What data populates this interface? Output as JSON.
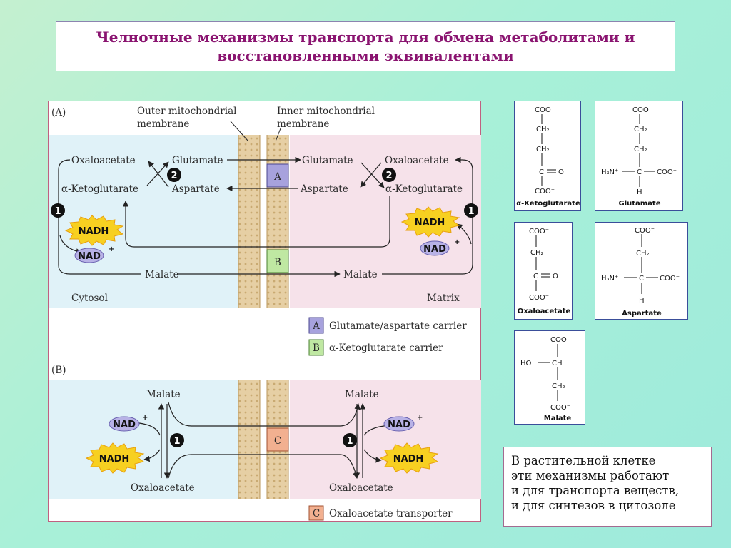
{
  "title": {
    "line1": "Челночные механизмы транспорта для обмена  метаболитами и",
    "line2": "восстановленными эквивалентами"
  },
  "panel_a": {
    "label": "(A)",
    "outer_membrane": [
      "Outer mitochondrial",
      "membrane"
    ],
    "inner_membrane": [
      "Inner mitochondrial",
      "membrane"
    ],
    "cytosol": {
      "oxaloacetate": "Oxaloacetate",
      "glutamate": "Glutamate",
      "ketoglutarate": "α-Ketoglutarate",
      "aspartate": "Aspartate",
      "malate": "Malate",
      "nadh": "NADH",
      "nad": "NAD",
      "label": "Cytosol"
    },
    "matrix": {
      "oxaloacetate": "Oxaloacetate",
      "glutamate": "Glutamate",
      "ketoglutarate": "α-Ketoglutarate",
      "aspartate": "Aspartate",
      "malate": "Malate",
      "nadh": "NADH",
      "nad": "NAD",
      "label": "Matrix"
    },
    "carrier_a": "A",
    "carrier_b": "B",
    "step1": "1",
    "step2": "2"
  },
  "legend": {
    "a_letter": "A",
    "a_text": "Glutamate/aspartate carrier",
    "b_letter": "B",
    "b_text": "α-Ketoglutarate carrier",
    "c_letter": "C",
    "c_text": "Oxaloacetate transporter"
  },
  "panel_b": {
    "label": "(B)",
    "left": {
      "malate": "Malate",
      "oxaloacetate": "Oxaloacetate",
      "nad": "NAD",
      "nadh": "NADH"
    },
    "right": {
      "malate": "Malate",
      "oxaloacetate": "Oxaloacetate",
      "nad": "NAD",
      "nadh": "NADH"
    },
    "carrier_c": "C",
    "step1": "1"
  },
  "structures": {
    "ketoglutarate": {
      "coo_top": "COO⁻",
      "ch2_a": "CH₂",
      "ch2_b": "CH₂",
      "c": "C",
      "o": "O",
      "coo_bottom": "COO⁻",
      "name": "α-Ketoglutarate"
    },
    "glutamate": {
      "coo_top": "COO⁻",
      "ch2_a": "CH₂",
      "ch2_b": "CH₂",
      "h3n": "H₃N⁺",
      "c": "C",
      "coo_right": "COO⁻",
      "h": "H",
      "name": "Glutamate"
    },
    "oxaloacetate": {
      "coo_top": "COO⁻",
      "ch2": "CH₂",
      "c": "C",
      "o": "O",
      "coo_bottom": "COO⁻",
      "name": "Oxaloacetate"
    },
    "aspartate": {
      "coo_top": "COO⁻",
      "ch2": "CH₂",
      "h3n": "H₃N⁺",
      "c": "C",
      "coo_right": "COO⁻",
      "h": "H",
      "name": "Aspartate"
    },
    "malate": {
      "coo_top": "COO⁻",
      "ho": "HO",
      "ch": "CH",
      "ch2": "CH₂",
      "coo_bottom": "COO⁻",
      "name": "Malate"
    }
  },
  "note": {
    "line1": "В растительной клетке",
    "line2": "эти механизмы работают",
    "line3": "и для транспорта веществ,",
    "line4": "и для синтезов в цитозоле"
  },
  "colors": {
    "title": "#8a1470",
    "cytosol_bg": "#e0f2f8",
    "matrix_bg": "#f6e2ea",
    "membrane": "#e6cfa4",
    "carrier_a": "#a7a2dd",
    "carrier_b": "#bfe8a2",
    "carrier_c": "#f2b090",
    "nadh_star": "#f7d021",
    "nad_oval": "#b8b2e6"
  }
}
